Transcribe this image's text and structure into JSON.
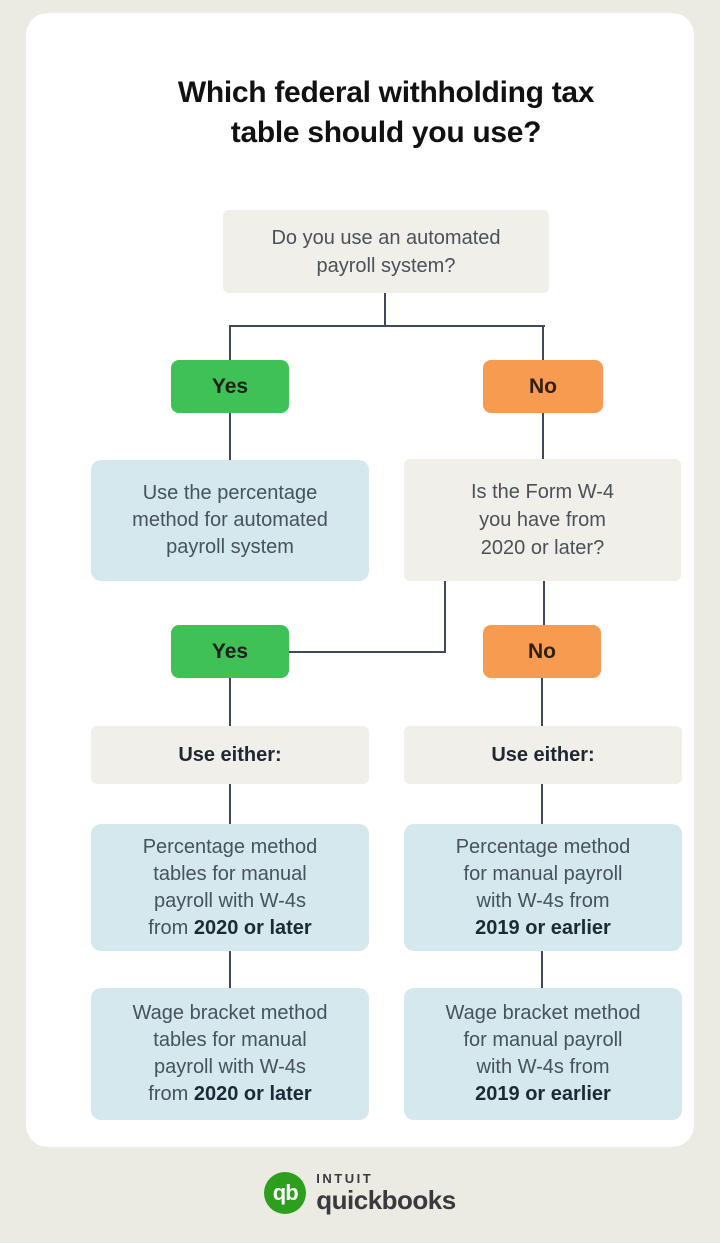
{
  "title": "Which federal withholding tax\ntable should you use?",
  "flowchart": {
    "question_automated": "Do you use an automated\npayroll system?",
    "branch1_yes": "Yes",
    "branch1_no": "No",
    "automated_result": "Use the percentage\nmethod for automated\npayroll system",
    "question_w4": "Is the Form W-4\nyou have from\n2020 or later?",
    "branch2_yes": "Yes",
    "branch2_no": "No",
    "use_either_left": "Use either:",
    "use_either_right": "Use either:",
    "percentage_2020": {
      "text": "Percentage method\ntables for manual\npayroll with W-4s\nfrom",
      "bold": " 2020 or later"
    },
    "wage_2020": {
      "text": "Wage bracket method\ntables for manual\npayroll with W-4s\nfrom",
      "bold": " 2020 or later"
    },
    "percentage_2019": {
      "text": "Percentage method\nfor manual payroll\nwith W-4s from",
      "bold": "\n2019 or earlier"
    },
    "wage_2019": {
      "text": "Wage bracket method\nfor manual payroll\nwith W-4s from",
      "bold": "\n2019 or earlier"
    }
  },
  "footer": {
    "logo_monogram": "qb",
    "brand_name": "INTUIT",
    "brand_product": "quickbooks"
  },
  "colors": {
    "yes_green": "#3fc156",
    "no_orange": "#f79b51",
    "info_blue": "#d5e8ee",
    "neutral_gray": "#f0efea",
    "connector": "#3e4a5b",
    "brand_green": "#2ca01c",
    "page_background": "#ebeae3",
    "card_background": "#ffffff"
  }
}
